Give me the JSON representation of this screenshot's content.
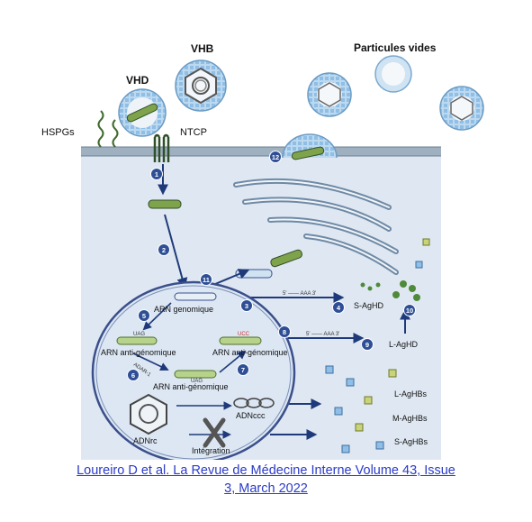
{
  "labels": {
    "vhb": "VHB",
    "vhd": "VHD",
    "particules": "Particules vides",
    "hspgs": "HSPGs",
    "ntcp": "NTCP",
    "arn_genomique": "ARN genomique",
    "arn_anti_1": "ARN anti-génomique",
    "arn_anti_2": "ARN anti-génomique",
    "arn_anti_3": "ARN anti-génomique",
    "s_aghd": "S-AgHD",
    "l_aghd": "L-AgHD",
    "l_aghbs": "L-AgHBs",
    "m_aghbs": "M-AgHBs",
    "s_aghbs": "S-AgHBs",
    "adnccc": "ADNccc",
    "adnrc": "ADNrc",
    "integration": "Intégration",
    "uag1": "UAG",
    "uag2": "UAG",
    "ucc": "UCC",
    "adar1": "ADAR-1",
    "aaa1": "5' —— AAA 3'",
    "aaa2": "5' —— AAA 3'"
  },
  "steps": [
    "1",
    "2",
    "3",
    "4",
    "5",
    "6",
    "7",
    "8",
    "9",
    "10",
    "11",
    "12"
  ],
  "caption": {
    "line1": "Loureiro D et al. La Revue de Médecine Interne Volume 43, Issue",
    "line2": "3, March 2022"
  },
  "colors": {
    "cell": "#dfe8f2",
    "membrane": "#98a6b4",
    "nucleus_border": "#3b4f8c",
    "arrow": "#1f3a7a",
    "step_circle": "#2e4f96",
    "genome_green": "#7fa34a",
    "envelope_blue": "#a8cdea",
    "link": "#2a3bc8"
  }
}
